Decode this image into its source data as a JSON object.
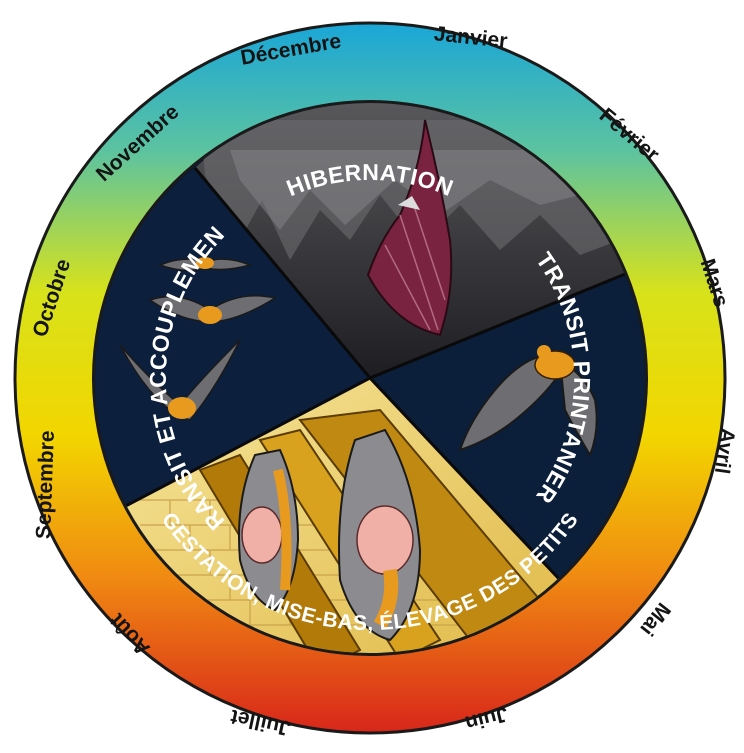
{
  "months": {
    "decembre": "Décembre",
    "janvier": "Janvier",
    "fevrier": "Février",
    "mars": "Mars",
    "avril": "Avril",
    "mai": "Mai",
    "juin": "Juin",
    "juillet": "Juillet",
    "aout": "Août",
    "septembre": "Septembre",
    "octobre": "Octobre",
    "novembre": "Novembre"
  },
  "phases": {
    "hibernation": "HIBERNATION",
    "transit_printanier": "TRANSIT PRINTANIER",
    "gestation": "GESTATION, MISE-BAS, ÉLEVAGE DES PETITS",
    "transit_accouplement": "TRANSIT ET ACCOUPLEMENT"
  },
  "colors": {
    "ring_winter": "#1aa6d8",
    "ring_spring": "#f4e800",
    "ring_summer": "#e0301c",
    "night_sky": "#0a1a33",
    "cave": "#3a3a3c",
    "bat_fur": "#e89a1e"
  },
  "icons": {
    "moon": "moon-icon",
    "bat": "bat-icon"
  }
}
